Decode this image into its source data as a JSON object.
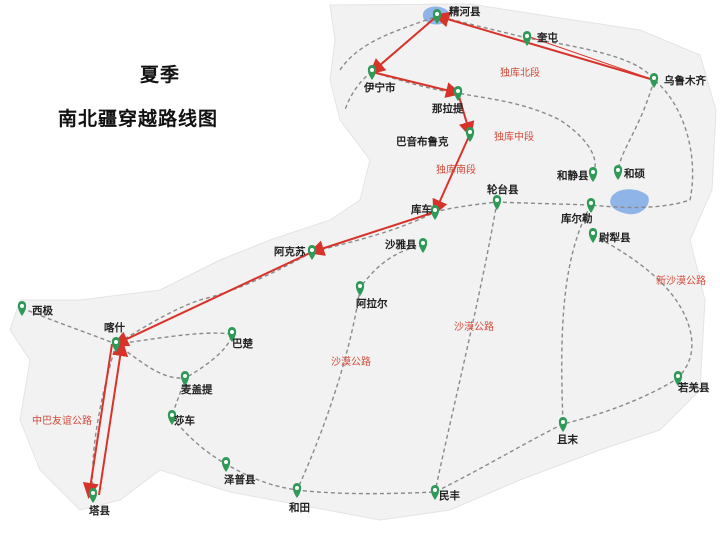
{
  "title": {
    "line1": "夏季",
    "line2": "南北疆穿越路线图"
  },
  "watermark": "",
  "places": [
    {
      "id": "jinghe",
      "name": "精河县"
    },
    {
      "id": "kuitun",
      "name": "奎屯"
    },
    {
      "id": "urumqi",
      "name": "乌鲁木齐"
    },
    {
      "id": "yining",
      "name": "伊宁市"
    },
    {
      "id": "nalati",
      "name": "那拉提"
    },
    {
      "id": "bayinbuluke",
      "name": "巴音布鲁克"
    },
    {
      "id": "hejing",
      "name": "和静县"
    },
    {
      "id": "heshuo",
      "name": "和硕"
    },
    {
      "id": "luntai",
      "name": "轮台县"
    },
    {
      "id": "kuche",
      "name": "库车"
    },
    {
      "id": "korla",
      "name": "库尔勒"
    },
    {
      "id": "yuli",
      "name": "尉犁县"
    },
    {
      "id": "shaya",
      "name": "沙雅县"
    },
    {
      "id": "aksu",
      "name": "阿克苏"
    },
    {
      "id": "alar",
      "name": "阿拉尔"
    },
    {
      "id": "xiji",
      "name": "西极"
    },
    {
      "id": "kashgar",
      "name": "喀什"
    },
    {
      "id": "bachu",
      "name": "巴楚"
    },
    {
      "id": "maigaiti",
      "name": "麦盖提"
    },
    {
      "id": "shache",
      "name": "莎车"
    },
    {
      "id": "zepu",
      "name": "泽普县"
    },
    {
      "id": "hotan",
      "name": "和田"
    },
    {
      "id": "minfeng",
      "name": "民丰"
    },
    {
      "id": "qiemo",
      "name": "且末"
    },
    {
      "id": "ruoqiang",
      "name": "若羌县"
    },
    {
      "id": "taxian",
      "name": "塔县"
    }
  ],
  "road_labels": [
    {
      "id": "dushan_north",
      "text": "独库北段"
    },
    {
      "id": "dushan_mid",
      "text": "独库中段"
    },
    {
      "id": "dushan_south",
      "text": "独库南段"
    },
    {
      "id": "xinsha",
      "text": "新沙漠公路"
    },
    {
      "id": "shamo_east",
      "text": "沙漠公路"
    },
    {
      "id": "shamo_west",
      "text": "沙漠公路"
    },
    {
      "id": "zhongba",
      "text": "中巴友谊公路"
    }
  ],
  "route_color": "#d8332a",
  "rail_color": "#8a8a8a",
  "pin_color": "#2f9a57",
  "lake_color": "#8fb4e8",
  "land_color": "#f2f2f2"
}
